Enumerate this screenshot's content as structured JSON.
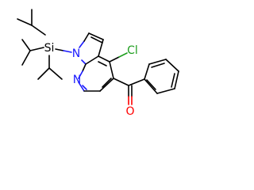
{
  "molecule": {
    "atoms": {
      "si": "Si",
      "n_pyrrole": "N",
      "n_pyridine": "N",
      "cl": "Cl",
      "o": "O"
    },
    "colors": {
      "carbon_bond": "#000000",
      "nitrogen": "#1a1aff",
      "chlorine": "#1e9e1e",
      "oxygen": "#ff0000",
      "silicon": "#000000"
    }
  }
}
